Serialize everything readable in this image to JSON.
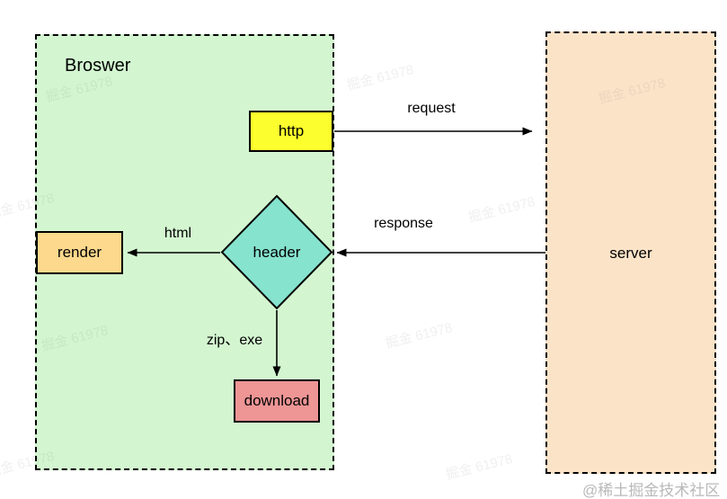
{
  "diagram": {
    "browser": {
      "label": "Broswer"
    },
    "server": {
      "label": "server"
    },
    "nodes": {
      "http": {
        "label": "http"
      },
      "header": {
        "label": "header"
      },
      "render": {
        "label": "render"
      },
      "download": {
        "label": "download"
      }
    },
    "edges": {
      "request": {
        "label": "request",
        "from": "http",
        "to": "server"
      },
      "response": {
        "label": "response",
        "from": "server",
        "to": "header"
      },
      "html": {
        "label": "html",
        "from": "header",
        "to": "render"
      },
      "zip_exe": {
        "label": "zip、exe",
        "from": "header",
        "to": "download"
      }
    }
  },
  "watermark": {
    "text": "掘金 61978"
  },
  "credit": {
    "text": "@稀土掘金技术社区"
  },
  "colors": {
    "browser_fill": "#d3f6d0",
    "server_fill": "#fbe3c8",
    "http_fill": "#fcfe2e",
    "header_fill": "#86e3ce",
    "render_fill": "#fcd98d",
    "download_fill": "#ee9595",
    "stroke": "#000000",
    "credit_text": "#b9b9b9"
  }
}
